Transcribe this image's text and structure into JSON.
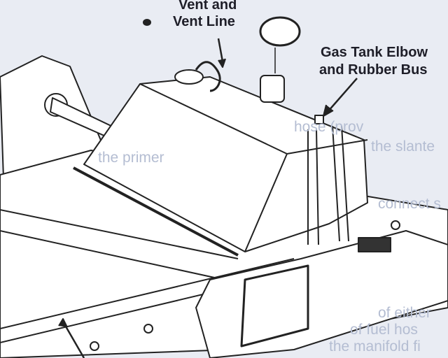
{
  "figure": {
    "labels": {
      "vent_line_1": "Vent and",
      "vent_line_2": "Vent Line",
      "elbow_line_1": "Gas Tank Elbow",
      "elbow_line_2": "and Rubber Bus"
    },
    "show_through_text": [
      "hose (prov",
      "the slante",
      "the primer",
      "connect s",
      "of either",
      "of fuel hos",
      "the manifold fi"
    ]
  }
}
